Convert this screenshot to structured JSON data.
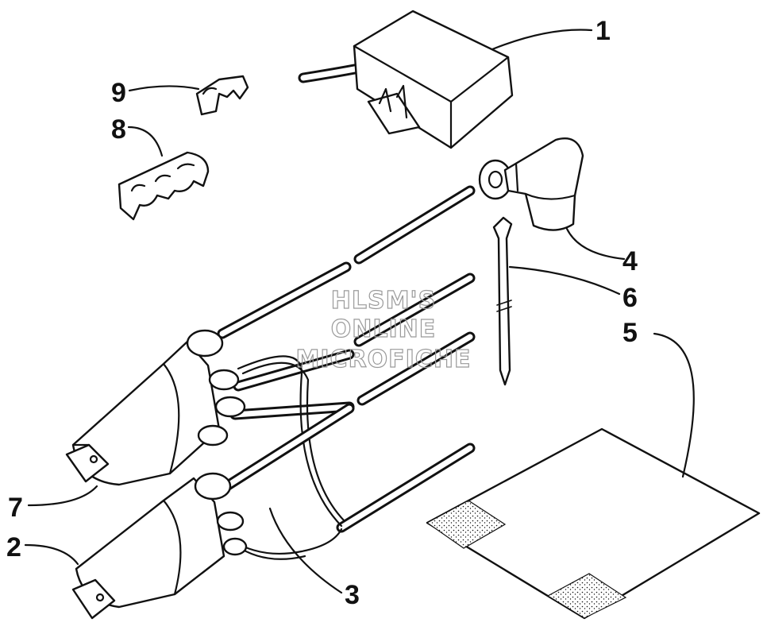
{
  "callouts": {
    "c1": "1",
    "c2": "2",
    "c3": "3",
    "c4": "4",
    "c5": "5",
    "c6": "6",
    "c7": "7",
    "c8": "8",
    "c9": "9"
  },
  "watermark": {
    "line1": "HLSM'S",
    "line2": "ONLINE",
    "line3": "MICROFICHE"
  }
}
